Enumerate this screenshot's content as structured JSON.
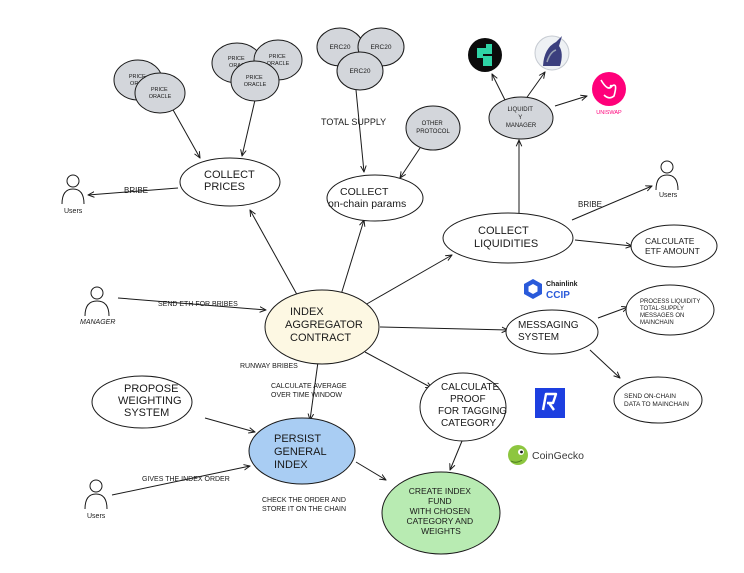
{
  "nodes": {
    "index_aggregator": [
      "INDEX",
      "AGGREGATOR",
      "CONTRACT"
    ],
    "collect_prices": [
      "COLLECT",
      "PRICES"
    ],
    "collect_onchain": [
      "COLLECT",
      "on-chain params"
    ],
    "collect_liquidities": [
      "COLLECT",
      "LIQUIDITIES"
    ],
    "calculate_etf": [
      "CALCULATE",
      "ETF AMOUNT"
    ],
    "messaging_system": [
      "MESSAGING",
      "SYSTEM"
    ],
    "process_liquidity": [
      "PROCESS LIQUIDITY",
      "TOTAL-SUPPLY",
      "MESSAGES ON",
      "MAINCHAIN"
    ],
    "send_onchain": [
      "SEND ON-CHAIN",
      "DATA TO MAINCHAIN"
    ],
    "calculate_proof": [
      "CALCULATE",
      "PROOF",
      "FOR TAGGING",
      "CATEGORY"
    ],
    "propose_weighting": [
      "PROPOSE",
      "WEIGHTING",
      "SYSTEM"
    ],
    "persist_general": [
      "PERSIST",
      "GENERAL",
      "INDEX"
    ],
    "create_index_fund": [
      "CREATE INDEX",
      "FUND",
      "WITH CHOSEN",
      "CATEGORY AND",
      "WEIGHTS"
    ],
    "liquidity_manager": [
      "LIQUIDIT",
      "Y",
      "MANAGER"
    ],
    "other_protocol": [
      "OTHER",
      "PROTOCOL"
    ],
    "price_oracle": [
      "PRICE",
      "ORACLE"
    ],
    "price_oracle_partial": [
      "PRICE",
      "ORAC"
    ],
    "erc20": "ERC20"
  },
  "edge_labels": {
    "bribe_left": "BRIBE",
    "bribe_right": "BRIBE",
    "total_supply": "TOTAL SUPPLY",
    "send_eth": "SEND ETH FOR BRIBES",
    "runway_bribes": "RUNWAY BRIBES",
    "calc_average": [
      "CALCULATE AVERAGE",
      "OVER TIME WINDOW"
    ],
    "gives_order": "GIVES THE INDEX ORDER",
    "check_order": [
      "CHECK THE ORDER AND",
      "STORE IT ON THE CHAIN"
    ]
  },
  "actors": {
    "users_left": "Users",
    "users_right": "Users",
    "manager": "MANAGER",
    "users_bottom": "Users"
  },
  "logos": {
    "chainlink_brand": "Chainlink",
    "chainlink_product": "CCIP",
    "uniswap": "UNISWAP",
    "coingecko": "CoinGecko"
  },
  "colors": {
    "stroke": "#1a1a1a",
    "gray_fill": "#d3d6db",
    "aggregator_fill": "#fdf8e3",
    "persist_fill": "#a9cdf3",
    "create_fill": "#b8ebb2",
    "chainlink_blue": "#2a5ada",
    "uniswap_pink": "#ff007a",
    "coingecko_green": "#8dc63f",
    "blue_logo": "#1d3fe0"
  }
}
